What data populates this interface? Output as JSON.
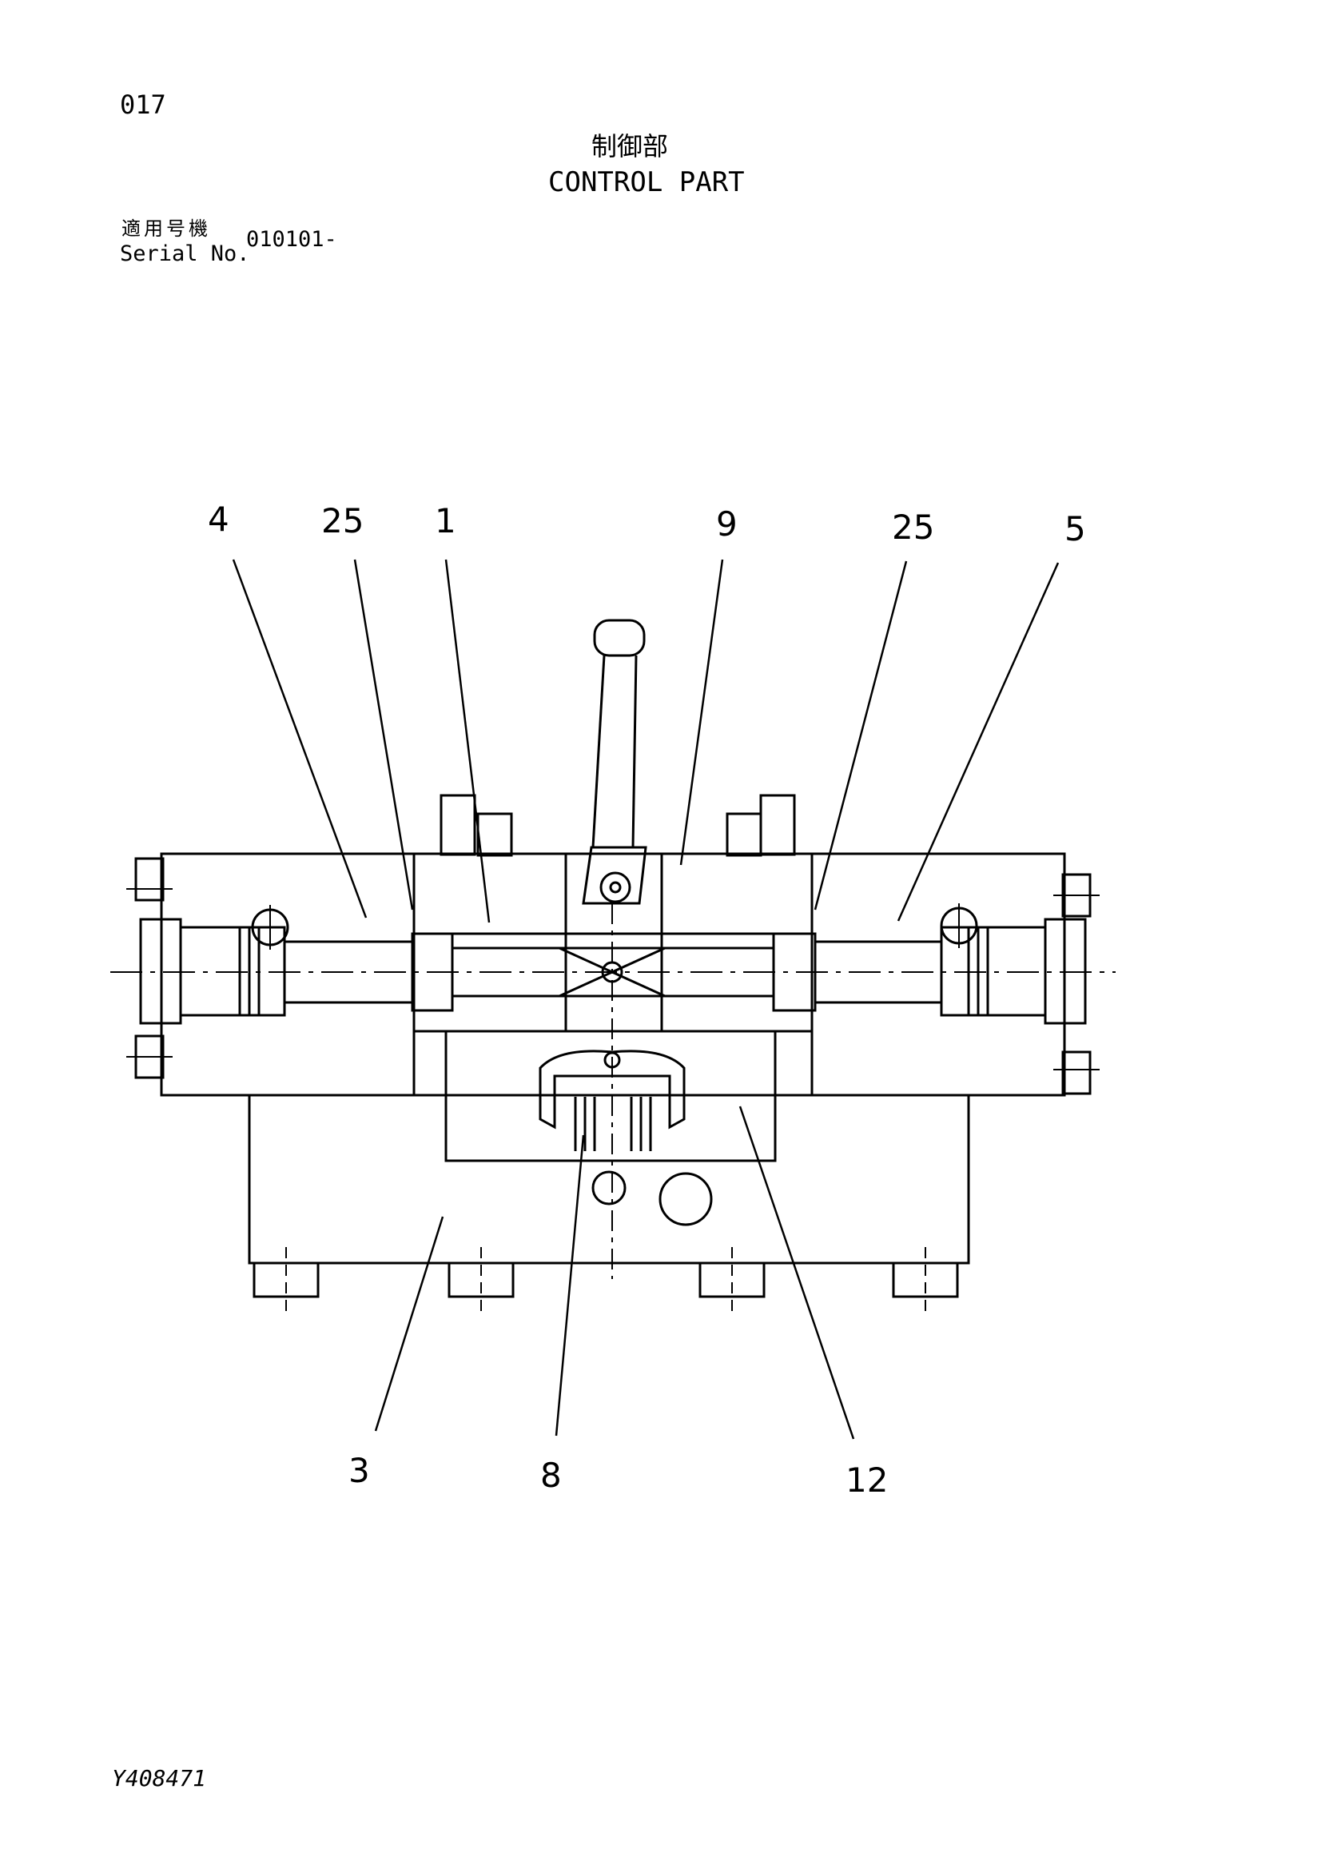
{
  "header": {
    "page_number": "017",
    "title_jp": "制御部",
    "title_en": "CONTROL PART",
    "serial_label_jp": "適用号機",
    "serial_label_en": "Serial No.",
    "serial_value": "010101-"
  },
  "callouts": [
    {
      "id": "c4",
      "label": "4"
    },
    {
      "id": "c25a",
      "label": "25"
    },
    {
      "id": "c1",
      "label": "1"
    },
    {
      "id": "c9",
      "label": "9"
    },
    {
      "id": "c25b",
      "label": "25"
    },
    {
      "id": "c5",
      "label": "5"
    },
    {
      "id": "c3",
      "label": "3"
    },
    {
      "id": "c8",
      "label": "8"
    },
    {
      "id": "c12",
      "label": "12"
    }
  ],
  "footer": {
    "drawing_id": "Y408471"
  }
}
